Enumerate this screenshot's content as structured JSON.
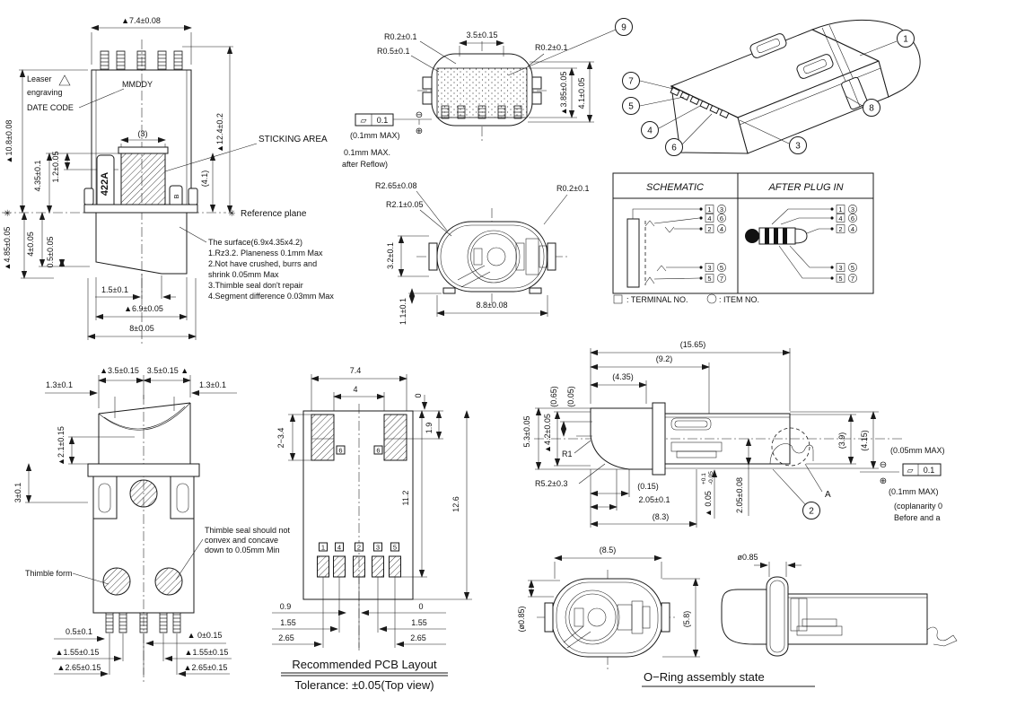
{
  "balloons": [
    "1",
    "2",
    "3",
    "4",
    "5",
    "6",
    "7",
    "8",
    "9"
  ],
  "fv": {
    "dim_w": "▲7.4±0.08",
    "laser1": "Leaser",
    "laser2": "engraving",
    "laser3": "DATE CODE",
    "mmddy": "MMDDY",
    "dim_h_left": "▲10.8±0.08",
    "dim_435": "4.35±0.1",
    "dim_12": "1.2±0.05",
    "dim_3": "(3)",
    "marking": "422A",
    "cavity": "B",
    "dim_41": "(4.1)",
    "dim_h_right": "▲12.4±0.2",
    "sticking": "STICKING AREA",
    "star_left": "✳",
    "star_right": "✳",
    "reference": "Reference plane",
    "dim_485": "▲4.85±0.05",
    "dim_4": "4±0.05",
    "dim_05": "0.5±0.05",
    "dim_15": "1.5±0.1",
    "dim_69": "▲6.9±0.05",
    "dim_8": "8±0.05",
    "notes": [
      "The surface(6.9x4.35x4.2)",
      "1.Rz3.2. Planeness 0.1mm Max",
      "2.Not have crushed, burrs and",
      "shrink 0.05mm Max",
      "3.Thimble seal don't repair",
      "4.Segment difference 0.03mm Max"
    ]
  },
  "tv": {
    "r02_left": "R0.2±0.1",
    "r05": "R0.5±0.1",
    "dim_35": "3.5±0.15",
    "r02_right": "R0.2±0.1",
    "dim_385": "▲3.85±0.05",
    "dim_41": "4.1±0.05",
    "minus": "⊖",
    "plus": "⊕",
    "flat_sym": "▱",
    "flat_val": "0.1",
    "note_01": "(0.1mm MAX)",
    "reflow1": "0.1mm MAX.",
    "reflow2": "after Reflow)"
  },
  "ov": {
    "r265": "R2.65±0.08",
    "r21": "R2.1±0.05",
    "r02": "R0.2±0.1",
    "dim_32": "3.2±0.1",
    "dim_11": "1.1±0.1",
    "dim_88": "8.8±0.08"
  },
  "sch": {
    "header_left": "SCHEMATIC",
    "header_right": "AFTER PLUG IN",
    "rows": [
      {
        "t": "1",
        "i": "3"
      },
      {
        "t": "4",
        "i": "6"
      },
      {
        "t": "2",
        "i": "4"
      },
      {
        "t": "3",
        "i": "5"
      },
      {
        "t": "5",
        "i": "7"
      }
    ],
    "legend_terminal": ": TERMINAL NO.",
    "legend_item": ": ITEM NO."
  },
  "bv": {
    "dim_35L": "▲3.5±0.15",
    "dim_35R": "3.5±0.15 ▲",
    "dim_13L": "1.3±0.1",
    "dim_13R": "1.3±0.1",
    "dim_21": "▲2.1±0.15",
    "dim_3": "3±0.1",
    "thimble_form": "Thimble form",
    "note": [
      "Thimble seal should not",
      "convex and concave",
      "down to 0.05mm Min"
    ],
    "dim_05": "0.5±0.1",
    "dim_0": "▲ 0±0.15",
    "dim_155L": "▲1.55±0.15",
    "dim_155R": "▲1.55±0.15",
    "dim_265L": "▲2.65±0.15",
    "dim_265R": "▲2.65±0.15"
  },
  "pcb": {
    "dim_74": "7.4",
    "dim_4": "4",
    "dim_0t": "0",
    "dim_19": "1.9",
    "dim_234": "2−3.4",
    "dim_112": "11.2",
    "dim_126": "12.6",
    "pad6": "6",
    "pads": [
      "1",
      "4",
      "2",
      "3",
      "5"
    ],
    "dim_09": "0.9",
    "dim_155l": "1.55",
    "dim_265l": "2.65",
    "dim_0b": "0",
    "dim_155r": "1.55",
    "dim_265r": "2.65",
    "title": "Recommended PCB Layout",
    "tolerance": "Tolerance: ±0.05(Top view)"
  },
  "sv": {
    "dim_1565": "(15.65)",
    "dim_92": "(9.2)",
    "dim_435": "(4.35)",
    "dim_065": "(0.65)",
    "dim_005": "(0.05)",
    "dim_53": "5.3±0.05",
    "dim_42": "▲4.2±0.05",
    "r1": "R1",
    "r52": "R5.2±0.3",
    "dim_015": "(0.15)",
    "dim_205a": "2.05±0.1",
    "dim_83": "(8.3)",
    "dim_005b_main": "▲ 0.05",
    "dim_005b_up": "+0.1",
    "dim_005b_dn": "-0.05",
    "dim_205b": "2.05±0.08",
    "dim_39": "(3.9)",
    "dim_415": "(4.15)",
    "detail_a": "A",
    "note_005": "(0.05mm MAX)",
    "minus": "⊖",
    "plus": "⊕",
    "flat_sym": "▱",
    "flat_val": "0.1",
    "note_01": "(0.1mm MAX)",
    "cop1": "(coplanarity 0",
    "cop2": "Before and a"
  },
  "orv": {
    "dim_85": "(8.5)",
    "dim_d085": "(ø0.85)",
    "dim_58": "(5.8)",
    "dim_d085b": "ø0.85",
    "title": "O−Ring assembly state"
  }
}
